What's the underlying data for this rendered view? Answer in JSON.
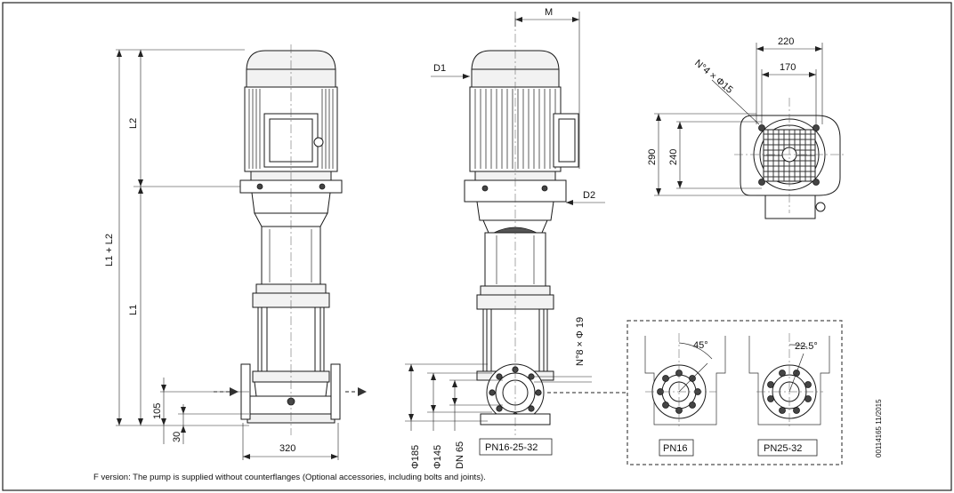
{
  "dimensions": {
    "l1_plus_l2": "L1 + L2",
    "l2": "L2",
    "l1": "L1",
    "d105": "105",
    "d30": "30",
    "d320": "320",
    "m": "M",
    "d1": "D1",
    "d2": "D2",
    "bolt_flange": "N°8 × Φ 19",
    "phi185": "Φ185",
    "phi145": "Φ145",
    "dn65": "DN 65",
    "d220": "220",
    "d170": "170",
    "holes_base": "N°4 × Φ15",
    "d290": "290",
    "d240": "240",
    "angle45": "45°",
    "angle225": "22.5°"
  },
  "labels": {
    "pn_front": "PN16-25-32",
    "pn16": "PN16",
    "pn2532": "PN25-32"
  },
  "footnote": "F version: The pump is supplied without counterflanges (Optional accessories, including bolts and joints).",
  "drawing_code": "00114165  11/2015"
}
